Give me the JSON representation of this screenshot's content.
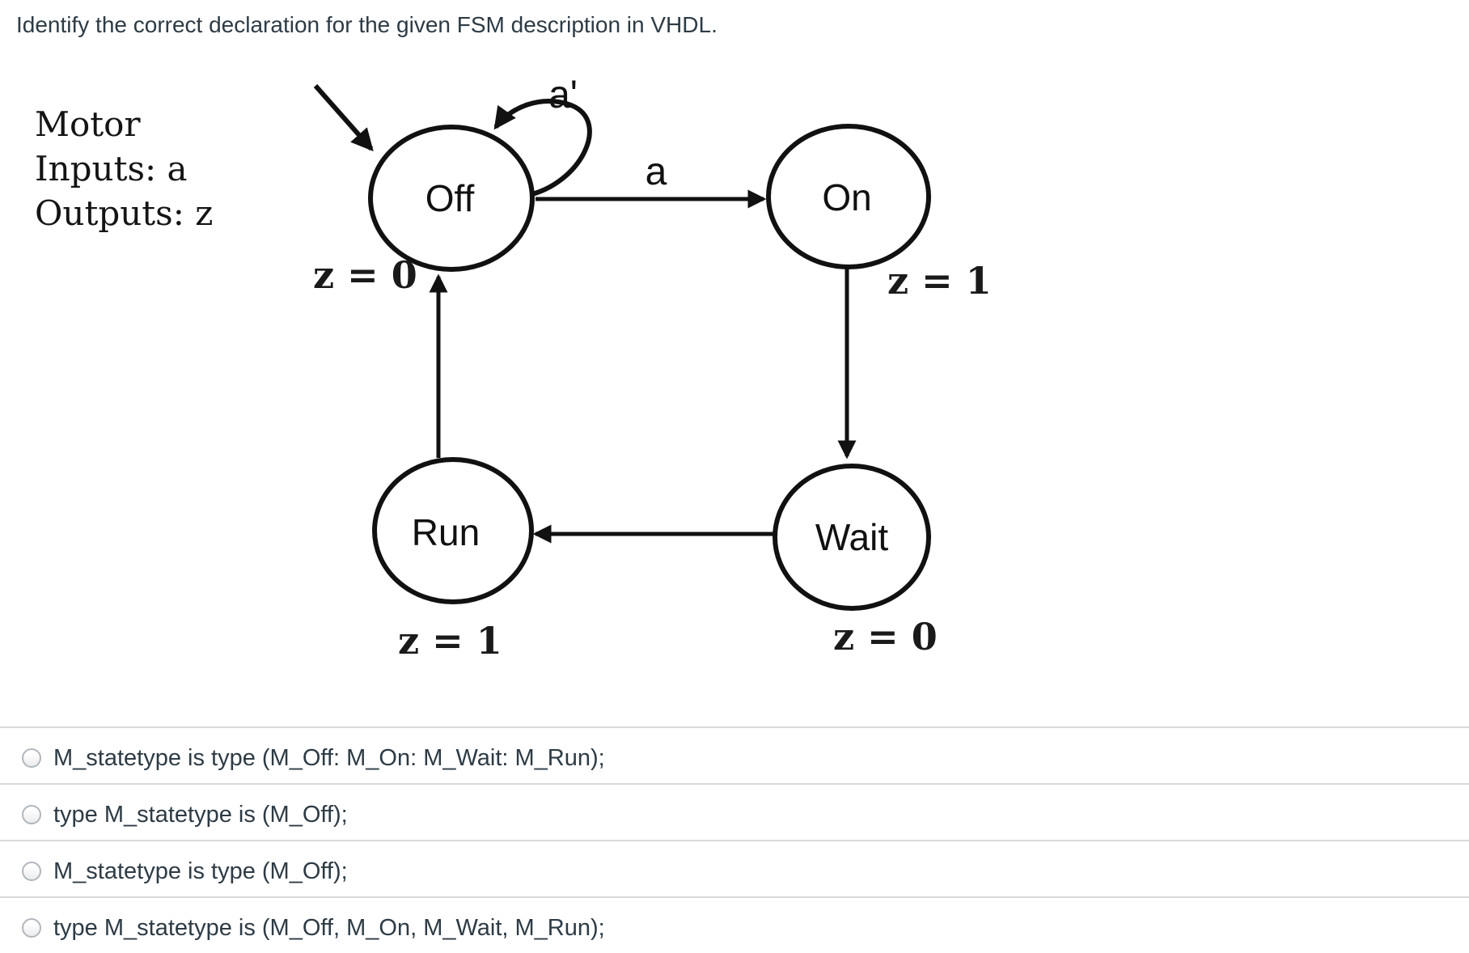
{
  "question": {
    "title": "Identify the correct declaration for the given FSM description in VHDL."
  },
  "fsm_info": {
    "name": "Motor",
    "inputs": "Inputs: a",
    "outputs": "Outputs: z"
  },
  "diagram": {
    "type": "state-machine",
    "states": [
      {
        "label": "Off",
        "output": "z = 0",
        "initial": true
      },
      {
        "label": "On",
        "output": "z = 1",
        "initial": false
      },
      {
        "label": "Run",
        "output": "z = 1",
        "initial": false
      },
      {
        "label": "Wait",
        "output": "z = 0",
        "initial": false
      }
    ],
    "transitions": [
      {
        "from": "Off",
        "to": "Off",
        "label": "a'"
      },
      {
        "from": "Off",
        "to": "On",
        "label": "a"
      },
      {
        "from": "On",
        "to": "Wait",
        "label": ""
      },
      {
        "from": "Wait",
        "to": "Run",
        "label": ""
      },
      {
        "from": "Run",
        "to": "Off",
        "label": ""
      }
    ]
  },
  "options": [
    {
      "label": "M_statetype is type (M_Off: M_On: M_Wait: M_Run);",
      "selected": false
    },
    {
      "label": "type M_statetype is (M_Off);",
      "selected": false
    },
    {
      "label": "M_statetype is type (M_Off);",
      "selected": false
    },
    {
      "label": "type M_statetype is (M_Off, M_On, M_Wait, M_Run);",
      "selected": false
    }
  ]
}
